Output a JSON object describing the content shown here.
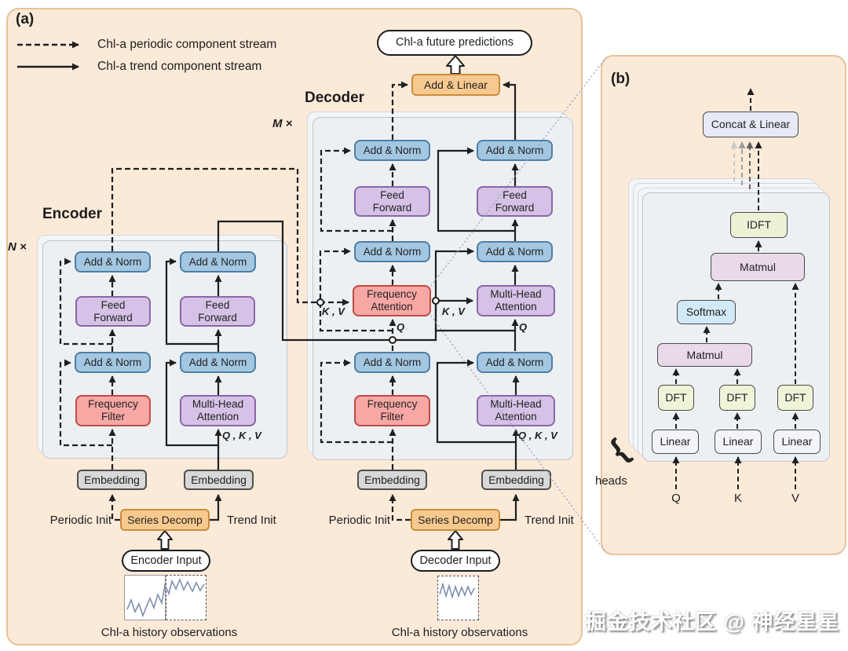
{
  "watermark": "掘金技术社区 @ 神经星星",
  "panel_a": {
    "tag": "(a)",
    "legend": {
      "periodic": "Chl-a periodic component stream",
      "trend": "Chl-a trend component stream"
    },
    "output_label": "Chl-a future predictions",
    "add_linear": "Add & Linear",
    "encoder": {
      "title": "Encoder",
      "repeat": "N ×",
      "input": "Encoder Input",
      "caption": "Chl-a history observations"
    },
    "decoder": {
      "title": "Decoder",
      "repeat": "M ×",
      "input": "Decoder Input",
      "caption": "Chl-a history observations"
    },
    "blocks": {
      "add_norm": "Add & Norm",
      "feed_forward": "Feed Forward",
      "frequency_filter": "Frequency Filter",
      "frequency_attention": "Frequency Attention",
      "multi_head_attention": "Multi-Head Attention",
      "embedding": "Embedding",
      "series_decomp": "Series Decomp"
    },
    "ports": {
      "qkv": "Q , K , V",
      "kv": "K , V",
      "q": "Q"
    },
    "init": {
      "periodic": "Periodic Init",
      "trend": "Trend Init"
    }
  },
  "panel_b": {
    "tag": "(b)",
    "concat_linear": "Concat & Linear",
    "idft": "IDFT",
    "matmul": "Matmul",
    "softmax": "Softmax",
    "dft": "DFT",
    "linear": "Linear",
    "heads": "heads",
    "heads_brace": "{",
    "q": "Q",
    "k": "K",
    "v": "V"
  },
  "colors": {
    "panel_bg": "#fcead9",
    "panel_border": "#e7c298",
    "add_norm": "#a3c6e1",
    "attention": "#d5c2e6",
    "frequency": "#f7a7a4",
    "orange": "#f8c98f",
    "embedding": "#d8d8d8"
  }
}
